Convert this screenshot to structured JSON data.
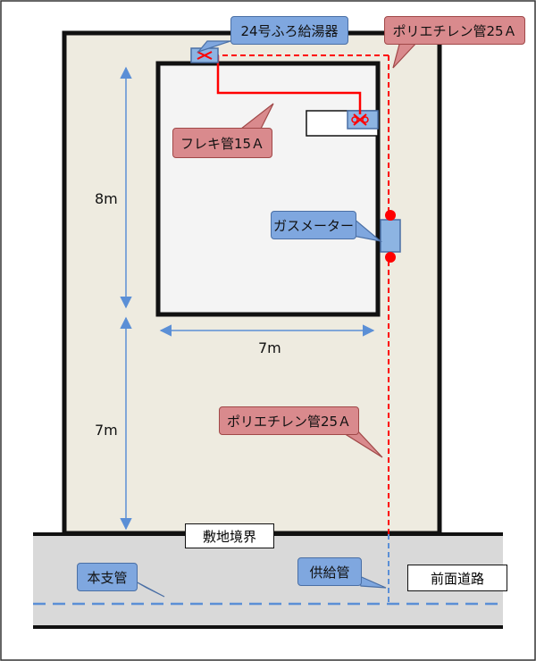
{
  "labels": {
    "water_heater": "24号ふろ給湯器",
    "pe_pipe_top": "ポリエチレン管25Ａ",
    "flex_pipe": "フレキ管15Ａ",
    "gas_meter": "ガスメーター",
    "pe_pipe_mid": "ポリエチレン管25Ａ",
    "boundary": "敷地境界",
    "main_pipe": "本支管",
    "supply_pipe": "供給管",
    "front_road": "前面道路"
  },
  "dimensions": {
    "house_depth": "8m",
    "yard_depth": "7m",
    "house_width": "7m"
  },
  "colors": {
    "site_fill": "#eeebe0",
    "road_fill": "#d9d9d9",
    "pe_pipe": "#ff0000",
    "flex_pipe": "#ff0000",
    "main_pipe": "#5b8fd6",
    "dimension_line": "#5b8fd6",
    "device_fill": "#8db4e2"
  }
}
